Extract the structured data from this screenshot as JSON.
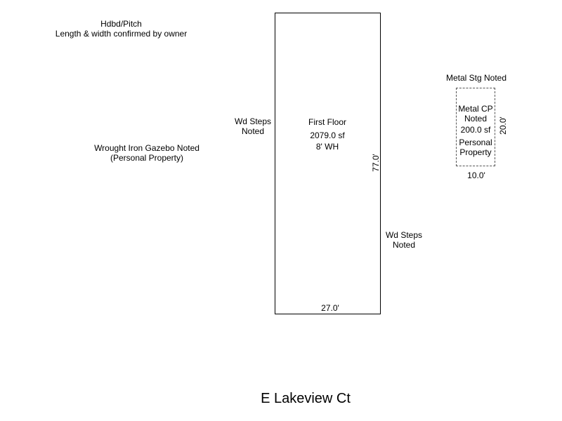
{
  "notes": {
    "roof_line1": "Hdbd/Pitch",
    "roof_line2": "Length & width confirmed by owner",
    "gazebo_line1": "Wrought Iron Gazebo Noted",
    "gazebo_line2": "(Personal Property)",
    "steps_left_line1": "Wd Steps",
    "steps_left_line2": "Noted",
    "steps_right_line1": "Wd Steps",
    "steps_right_line2": "Noted",
    "metal_storage": "Metal Stg Noted"
  },
  "house": {
    "name": "First Floor",
    "area": "2079.0 sf",
    "wall_height": "8' WH",
    "width_dim": "27.0'",
    "length_dim": "77.0'"
  },
  "carport": {
    "line1": "Metal CP",
    "line2": "Noted",
    "area": "200.0 sf",
    "line3": "Personal",
    "line4": "Property",
    "width_dim": "10.0'",
    "length_dim": "20.0'"
  },
  "street_name": "E Lakeview Ct"
}
